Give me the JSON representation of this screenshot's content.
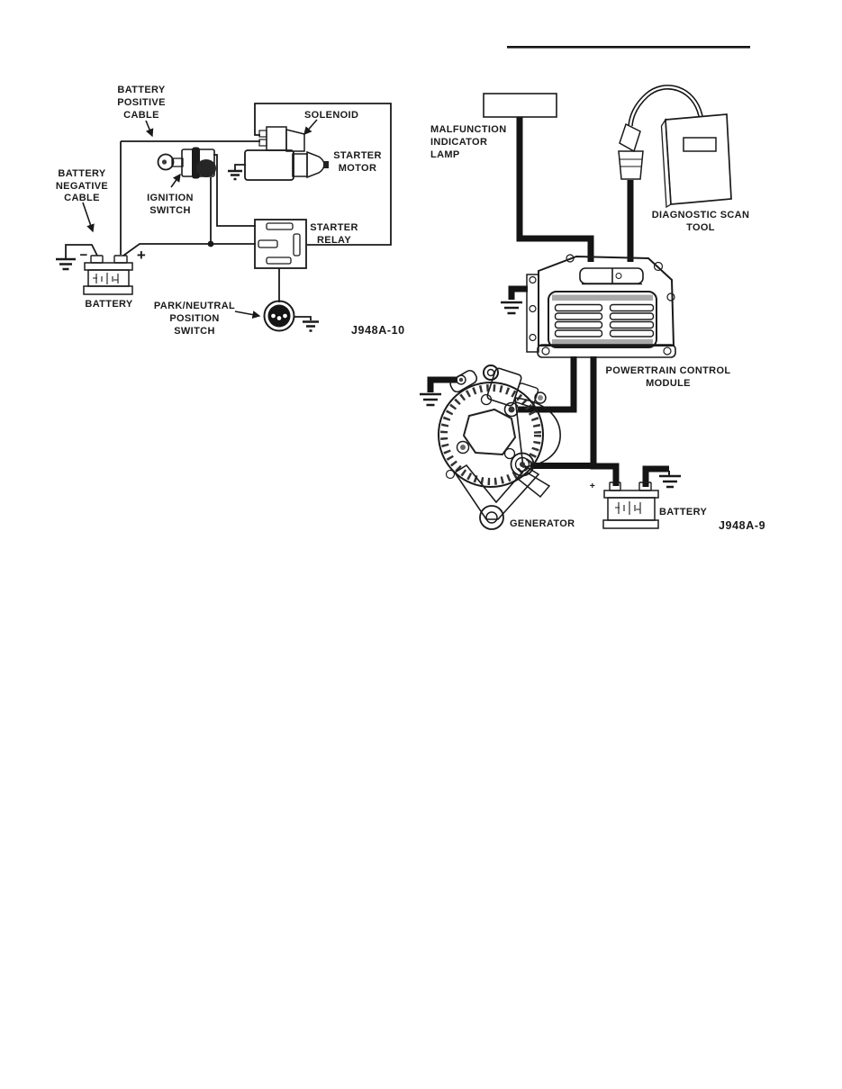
{
  "page": {
    "background": "#ffffff",
    "ink_color": "#1a1a1a",
    "component_gray": "#cbcbcb"
  },
  "figure_starting": {
    "figure_code": "J948A-10",
    "labels": {
      "battery_positive_cable": [
        "BATTERY",
        "POSITIVE",
        "CABLE"
      ],
      "battery_negative_cable": [
        "BATTERY",
        "NEGATIVE",
        "CABLE"
      ],
      "ignition_switch": [
        "IGNITION",
        "SWITCH"
      ],
      "solenoid": "SOLENOID",
      "starter_motor": [
        "STARTER",
        "MOTOR"
      ],
      "starter_relay": [
        "STARTER",
        "RELAY"
      ],
      "battery": "BATTERY",
      "park_neutral_position_switch": [
        "PARK/NEUTRAL",
        "POSITION",
        "SWITCH"
      ],
      "battery_plus": "+",
      "battery_minus": "−"
    }
  },
  "figure_charging": {
    "figure_code": "J948A-9",
    "labels": {
      "malfunction_indicator_lamp": [
        "MALFUNCTION",
        "INDICATOR",
        "LAMP"
      ],
      "diagnostic_scan_tool": [
        "DIAGNOSTIC SCAN",
        "TOOL"
      ],
      "powertrain_control_module": [
        "POWERTRAIN CONTROL",
        "MODULE"
      ],
      "generator": "GENERATOR",
      "battery": "BATTERY",
      "battery_plus": "+"
    }
  }
}
